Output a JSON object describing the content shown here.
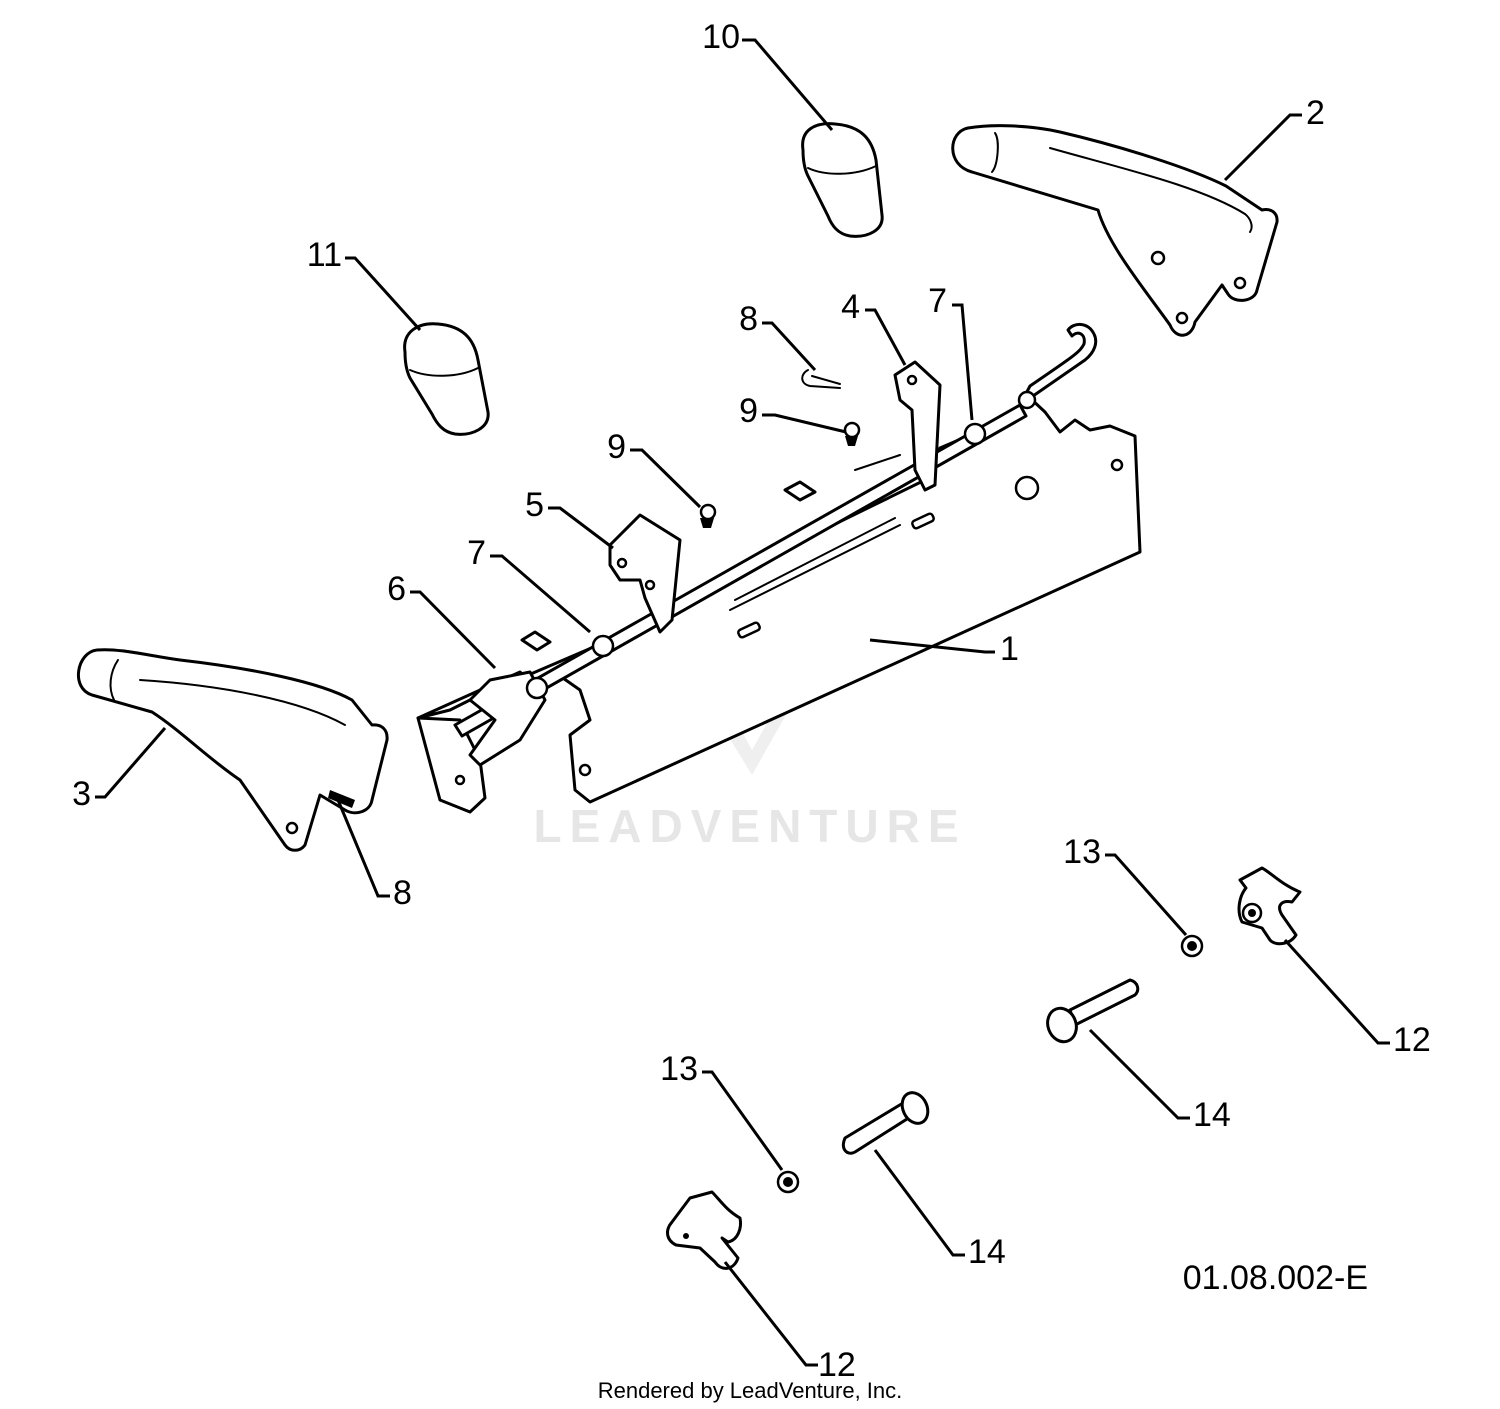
{
  "diagram": {
    "drawing_code": "01.08.002-E",
    "credit": "Rendered by LeadVenture, Inc.",
    "watermark": "LEADVENTURE",
    "callouts": {
      "c1": "1",
      "c2": "2",
      "c3": "3",
      "c4": "4",
      "c5": "5",
      "c6": "6",
      "c7a": "7",
      "c7b": "7",
      "c8a": "8",
      "c8b": "8",
      "c9a": "9",
      "c9b": "9",
      "c10": "10",
      "c11": "11",
      "c12a": "12",
      "c12b": "12",
      "c13a": "13",
      "c13b": "13",
      "c14a": "14",
      "c14b": "14"
    }
  }
}
